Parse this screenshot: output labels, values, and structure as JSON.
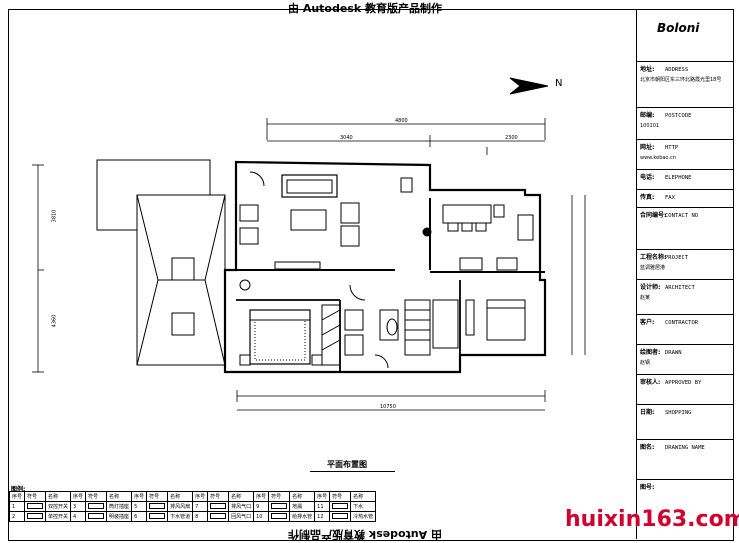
{
  "banner": {
    "top": "由 Autodesk 教育版产品制作",
    "bottom": "由 Autodesk 教育版产品制作"
  },
  "title_block": {
    "brand": "Boloni",
    "rows": [
      {
        "label": "地址:",
        "value": "ADDRESS",
        "extra": "北京市朝阳区东三环北路霞光里18号"
      },
      {
        "label": "邮编:",
        "value": "POSTCODE",
        "extra": "100101"
      },
      {
        "label": "网址:",
        "value": "HTTP",
        "extra": "www.kebao.cn"
      },
      {
        "label": "电话:",
        "value": "ELEPHONE",
        "extra": ""
      },
      {
        "label": "传真:",
        "value": "FAX",
        "extra": ""
      },
      {
        "label": "合同编号:",
        "value": "CONTACT NO",
        "extra": ""
      },
      {
        "label": "工程名称:",
        "value": "PROJECT",
        "extra": "蓝调雅居港"
      },
      {
        "label": "设计师:",
        "value": "ARCHITECT",
        "extra": "赵某"
      },
      {
        "label": "客户:",
        "value": "CONTRACTOR",
        "extra": ""
      },
      {
        "label": "绘图者:",
        "value": "DRAWN",
        "extra": "赵钢"
      },
      {
        "label": "审核人:",
        "value": "APPROVED BY",
        "extra": ""
      },
      {
        "label": "日期:",
        "value": "SHOPPING",
        "extra": ""
      },
      {
        "label": "图名:",
        "value": "DRAWING NAME",
        "extra": ""
      },
      {
        "label": "图号:",
        "value": "",
        "extra": ""
      }
    ]
  },
  "plan": {
    "title": "平面布置图",
    "dimensions": {
      "top_total": "4800",
      "top_left": "3040",
      "top_right": "2300",
      "bottom_total": "10750",
      "left_upper": "3810",
      "left_lower": "4360"
    }
  },
  "legend": {
    "title": "图例:",
    "headers": [
      "序号",
      "符号",
      "名称",
      "序号",
      "符号",
      "名称",
      "序号",
      "符号",
      "名称",
      "序号",
      "符号",
      "名称",
      "序号",
      "符号",
      "名称",
      "序号",
      "符号",
      "名称"
    ],
    "rows": [
      [
        "1",
        "",
        "双控开关",
        "3",
        "",
        "筒灯插座",
        "5",
        "",
        "排风风扇",
        "7",
        "",
        "排风气口",
        "9",
        "",
        "地漏",
        "11",
        "",
        "下水"
      ],
      [
        "2",
        "",
        "单控开关",
        "4",
        "",
        "明装插座",
        "6",
        "",
        "下水管道",
        "8",
        "",
        "回风气口",
        "10",
        "",
        "给排水管",
        "12",
        "",
        "冷热水管"
      ]
    ]
  },
  "watermark": "huixin163.com",
  "north_label": "N"
}
